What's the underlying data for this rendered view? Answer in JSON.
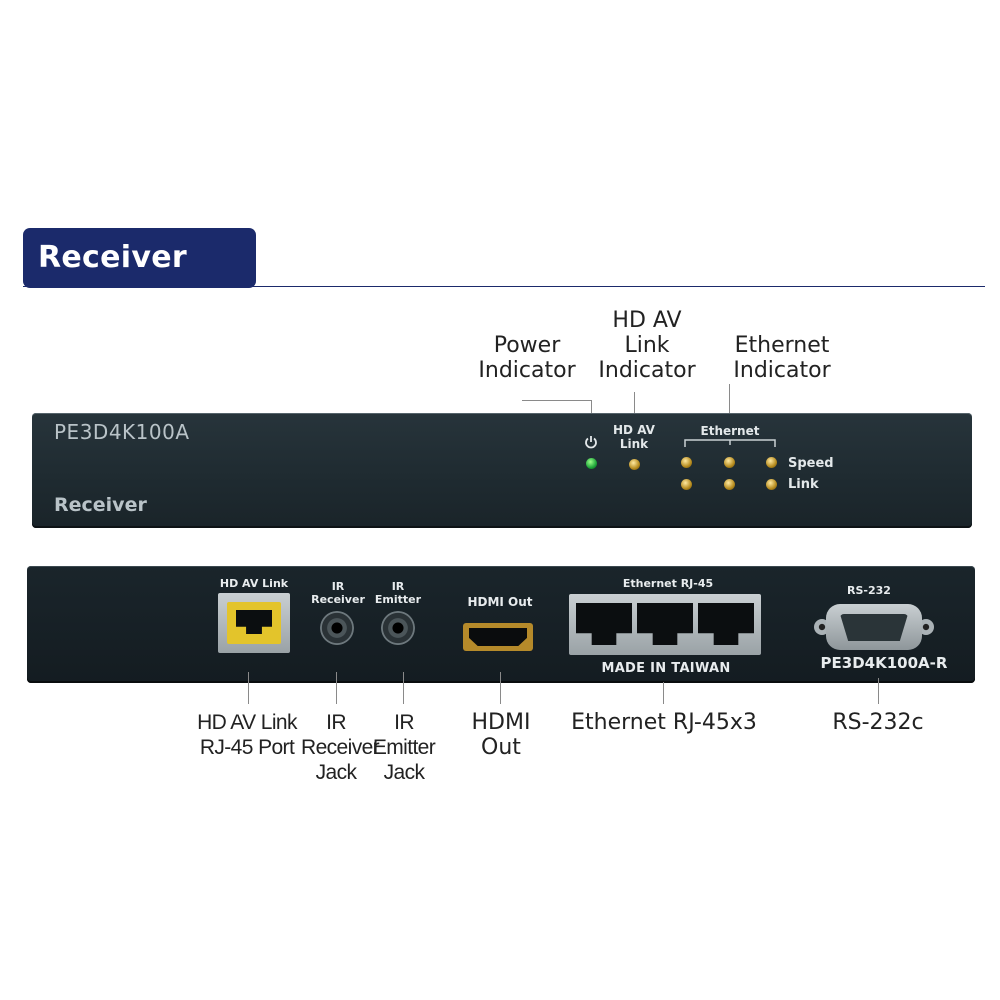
{
  "header": {
    "title": "Receiver"
  },
  "callouts": {
    "power": "Power Indicator",
    "hdav_link": "HD AV Link Indicator",
    "ethernet": "Ethernet Indicator",
    "hdav_port": "HD AV Link RJ-45 Port",
    "ir_receiver": "IR Receiver Jack",
    "ir_emitter": "IR Emitter Jack",
    "hdmi": "HDMI Out",
    "ethernet_rj45": "Ethernet RJ-45x3",
    "rs232": "RS-232c"
  },
  "front_panel": {
    "model": "PE3D4K100A",
    "name": "Receiver",
    "power_icon": "power-icon",
    "hdav_label": "HD AV Link",
    "ethernet_label": "Ethernet",
    "speed_label": "Speed",
    "link_label": "Link"
  },
  "rear_panel": {
    "hdav_label": "HD AV Link",
    "ir_receiver_label": "IR Receiver",
    "ir_emitter_label": "IR Emitter",
    "hdmi_label": "HDMI Out",
    "ethernet_label": "Ethernet RJ-45",
    "made_in": "MADE IN TAIWAN",
    "rs232_label": "RS-232",
    "model": "PE3D4K100A-R"
  },
  "colors": {
    "header_bg": "#1b2a6b",
    "panel": "#1f2b31",
    "led_power": "#1ea53a",
    "led_amber": "#b58a1d",
    "rj45_yellow": "#e3c42b"
  }
}
